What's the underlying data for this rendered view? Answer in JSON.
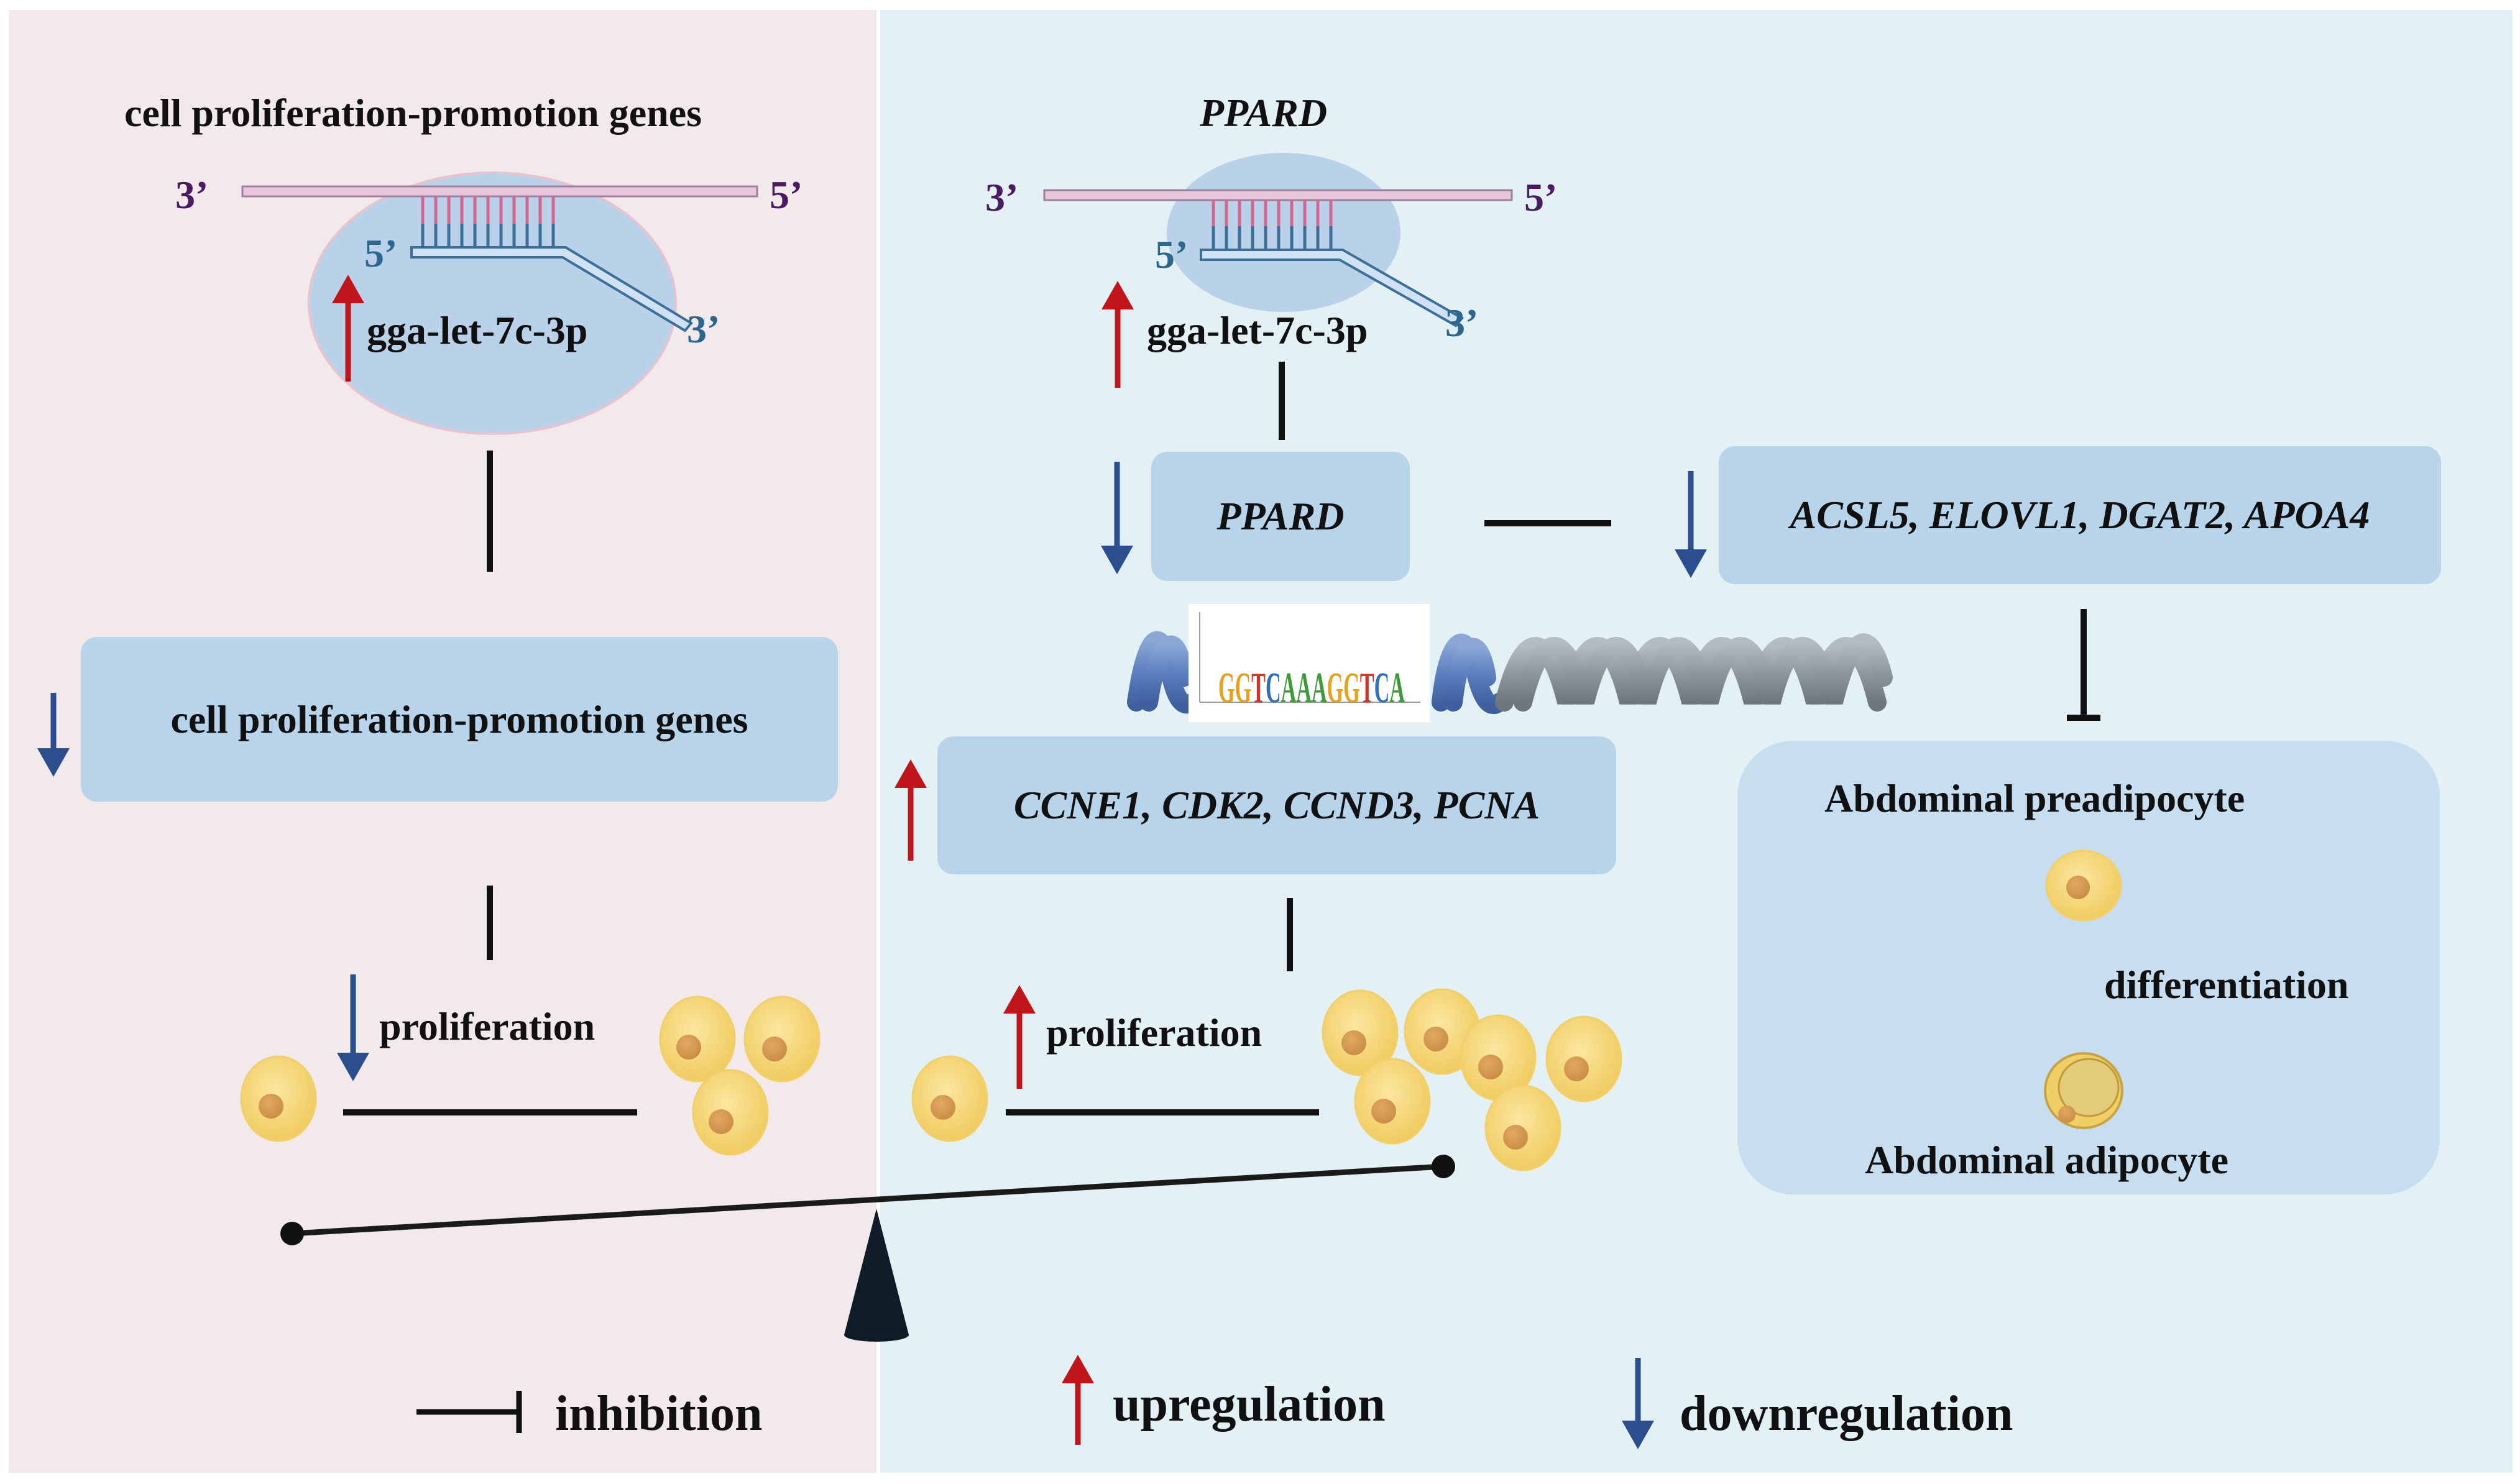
{
  "left_panel": {
    "title": "cell proliferation-promotion genes",
    "mrna_end_left": "3’",
    "mrna_end_right": "5’",
    "mirna_end_5": "5’",
    "mirna_end_3": "3’",
    "mirna_label": "gga-let-7c-3p",
    "target_box": "cell proliferation-promotion genes",
    "proliferation_label": "proliferation"
  },
  "right_panel": {
    "title": "PPARD",
    "mrna_end_left": "3’",
    "mrna_end_right": "5’",
    "mirna_end_5": "5’",
    "mirna_end_3": "3’",
    "mirna_label": "gga-let-7c-3p",
    "ppard_box": "PPARD",
    "lipid_genes_box": "ACSL5, ELOVL1, DGAT2, APOA4",
    "motif_letters": "GGTCAAAGGTCA",
    "cell_cycle_box": "CCNE1, CDK2, CCND3, PCNA",
    "proliferation_label": "proliferation",
    "preadipocyte_label": "Abdominal preadipocyte",
    "differentiation_label": "differentiation",
    "adipocyte_label": "Abdominal adipocyte"
  },
  "legend": {
    "inhibition": "inhibition",
    "upregulation": "upregulation",
    "downregulation": "downregulation"
  },
  "colors": {
    "left_background": "#f1e9ea",
    "right_background": "#e3f0f4",
    "box_fill": "#b8d4ea",
    "up_arrow": "#c0151b",
    "down_arrow": "#2a4e8e",
    "mrna_end_color": "#4b1a63",
    "mirna_end_color": "#2d6790",
    "cell_fill": "#f6d77a"
  }
}
